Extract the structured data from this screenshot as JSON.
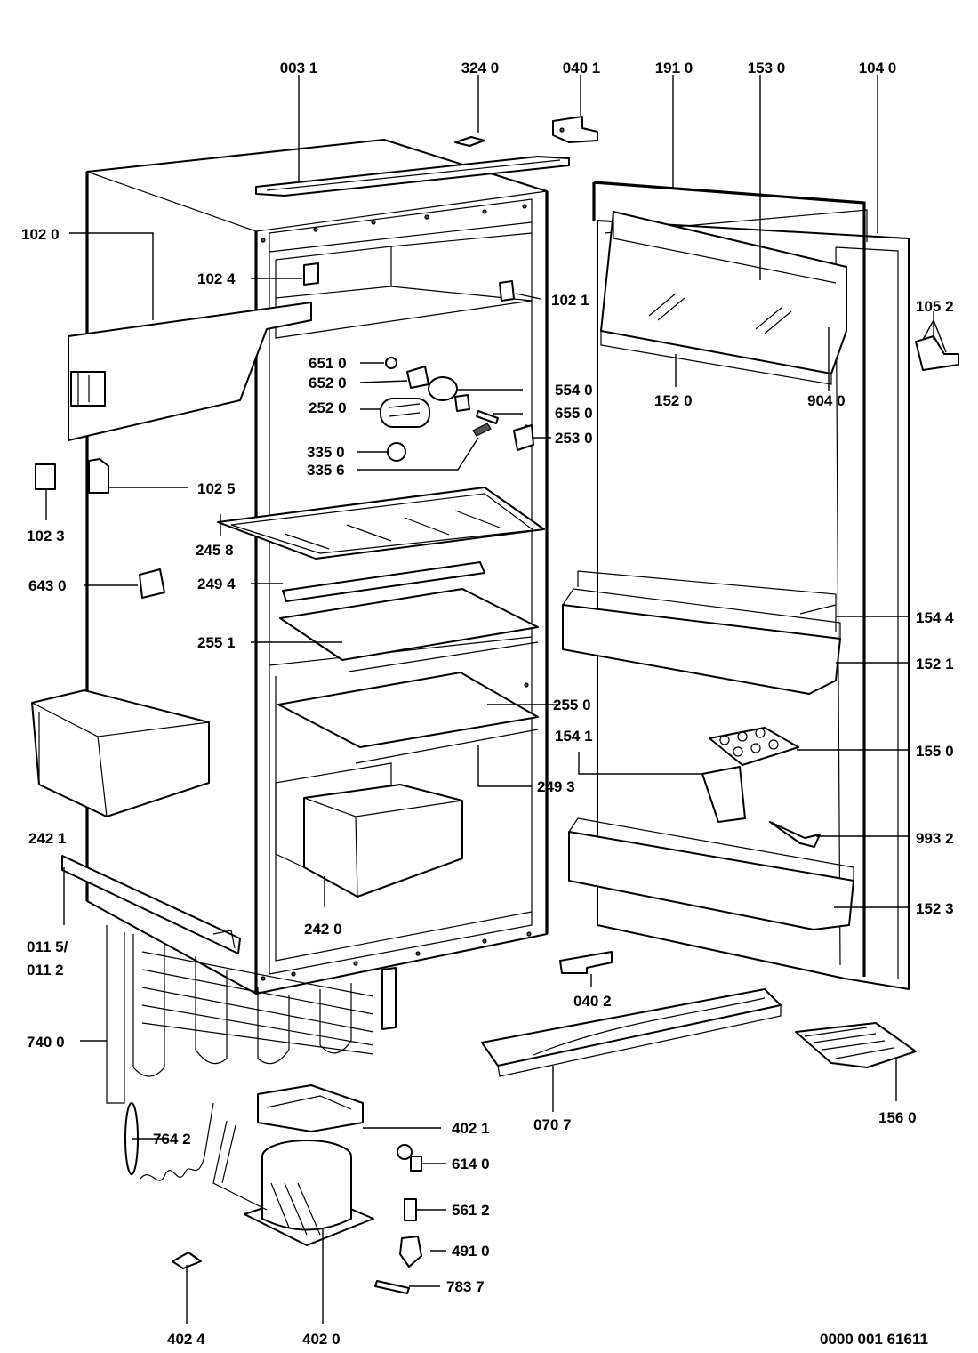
{
  "diagram": {
    "labels": {
      "p0031": "003 1",
      "p3240": "324 0",
      "p0401": "040 1",
      "p1910": "191 0",
      "p1530": "153 0",
      "p1040": "104 0",
      "p1020": "102 0",
      "p1024": "102 4",
      "p1021": "102 1",
      "p1052": "105 2",
      "p6510": "651 0",
      "p6520": "652 0",
      "p5540": "554 0",
      "p2520": "252 0",
      "p6550": "655 0",
      "p2530": "253 0",
      "p1520": "152 0",
      "p9040": "904 0",
      "p3350": "335 0",
      "p3356": "335 6",
      "p1025": "102 5",
      "p1023": "102 3",
      "p2458": "245 8",
      "p6430": "643 0",
      "p2494": "249 4",
      "p1544": "154 4",
      "p2551": "255 1",
      "p1521": "152 1",
      "p2550": "255 0",
      "p1541": "154 1",
      "p1550": "155 0",
      "p2493": "249 3",
      "p2421": "242 1",
      "p9932": "993 2",
      "p0115": "011 5/",
      "p0112": "011 2",
      "p2420": "242 0",
      "p1523": "152 3",
      "p0402": "040 2",
      "p7400": "740 0",
      "p0707": "070 7",
      "p1560": "156 0",
      "p7642": "764 2",
      "p4021": "402 1",
      "p6140": "614 0",
      "p5612": "561 2",
      "p4910": "491 0",
      "p7837": "783 7",
      "p4024": "402 4",
      "p4020": "402 0",
      "drawing_no": "0000 001 61611"
    }
  }
}
